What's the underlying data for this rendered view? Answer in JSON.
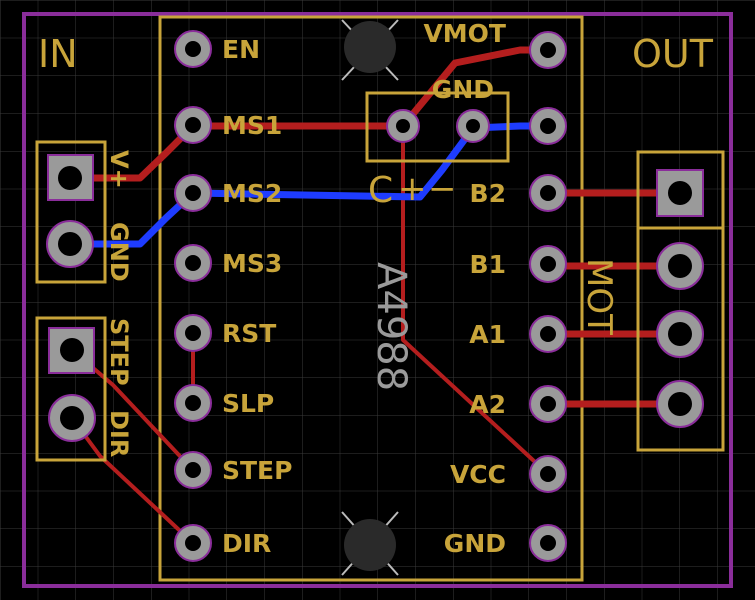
{
  "colors": {
    "background": "#000000",
    "grid": "#3a3a3a",
    "outline": "#8a2d9a",
    "silkscreen": "#c8a43a",
    "top_trace": "#b41e1e",
    "bottom_trace": "#1e3cff",
    "pad": "#9a9a9a",
    "pad_ring": "#8a2d9a",
    "hole": "#000000",
    "chip_label": "#9a9a9a"
  },
  "headers": {
    "in_label": "IN",
    "out_label": "OUT"
  },
  "connectors": {
    "power_pin1": "V+",
    "power_pin2": "GND",
    "control_pin1": "STEP",
    "control_pin2": "DIR",
    "motor_label": "MOT"
  },
  "chip": {
    "name": "A4988",
    "left_pins": [
      "EN",
      "MS1",
      "MS2",
      "MS3",
      "RST",
      "SLP",
      "STEP",
      "DIR"
    ],
    "right_pins": [
      "VMOT",
      "GND",
      "B2",
      "B1",
      "A1",
      "A2",
      "VCC",
      "GND"
    ]
  },
  "capacitor": {
    "label": "C",
    "plus": "+",
    "minus": "−"
  }
}
